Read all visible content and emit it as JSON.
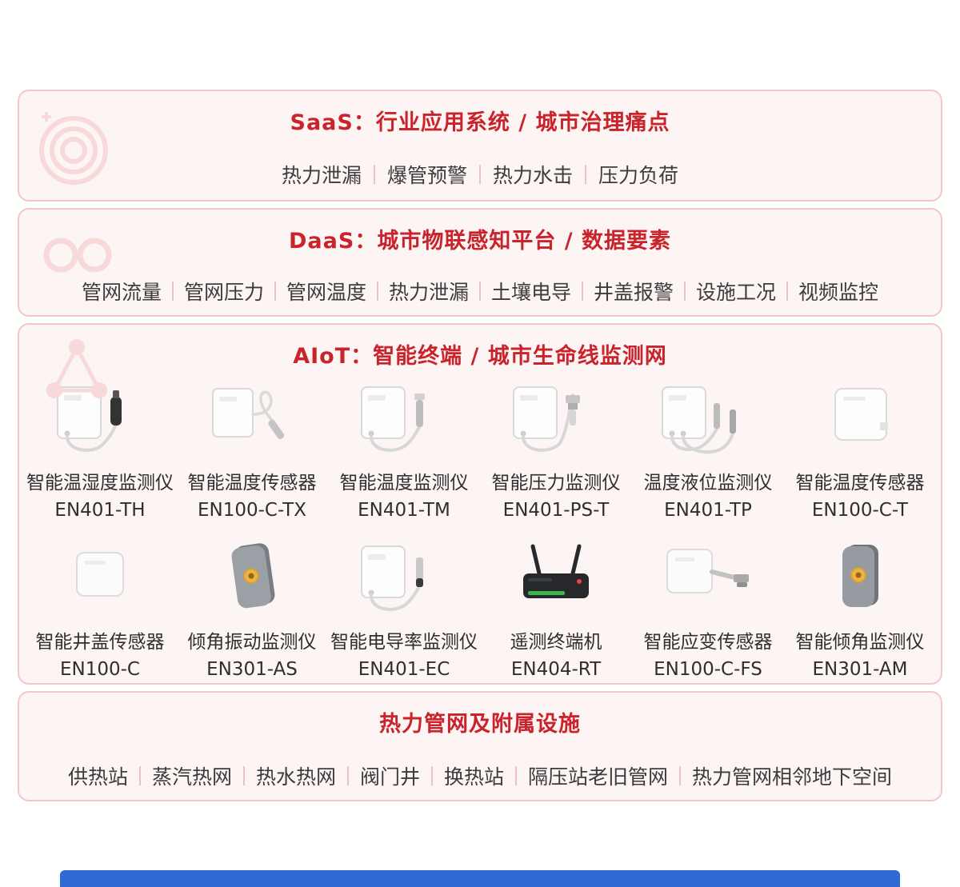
{
  "colors": {
    "accent_red": "#c9232b",
    "panel_bg": "#fdf4f4",
    "panel_border": "#f2c7c7",
    "separator_pink": "#eec2c2",
    "body_text": "#3c3c3c",
    "footer_blue": "#2e6bd5"
  },
  "sections": {
    "saas": {
      "title": "SaaS：行业应用系统 / 城市治理痛点",
      "items": [
        "热力泄漏",
        "爆管预警",
        "热力水击",
        "压力负荷"
      ]
    },
    "daas": {
      "title": "DaaS：城市物联感知平台 / 数据要素",
      "items": [
        "管网流量",
        "管网压力",
        "管网温度",
        "热力泄漏",
        "土壤电导",
        "井盖报警",
        "设施工况",
        "视频监控"
      ]
    },
    "aiot": {
      "title": "AIoT：智能终端 / 城市生命线监测网",
      "products": [
        {
          "name": "智能温湿度监测仪",
          "model": "EN401-TH",
          "device_icon": "temperature-humidity-monitor"
        },
        {
          "name": "智能温度传感器",
          "model": "EN100-C-TX",
          "device_icon": "temperature-sensor-cable"
        },
        {
          "name": "智能温度监测仪",
          "model": "EN401-TM",
          "device_icon": "temperature-monitor"
        },
        {
          "name": "智能压力监测仪",
          "model": "EN401-PS-T",
          "device_icon": "pressure-monitor"
        },
        {
          "name": "温度液位监测仪",
          "model": "EN401-TP",
          "device_icon": "temperature-level-monitor"
        },
        {
          "name": "智能温度传感器",
          "model": "EN100-C-T",
          "device_icon": "temperature-sensor-box"
        },
        {
          "name": "智能井盖传感器",
          "model": "EN100-C",
          "device_icon": "manhole-cover-sensor"
        },
        {
          "name": "倾角振动监测仪",
          "model": "EN301-AS",
          "device_icon": "tilt-vibration-monitor"
        },
        {
          "name": "智能电导率监测仪",
          "model": "EN401-EC",
          "device_icon": "conductivity-monitor"
        },
        {
          "name": "遥测终端机",
          "model": "EN404-RT",
          "device_icon": "telemetry-terminal-router"
        },
        {
          "name": "智能应变传感器",
          "model": "EN100-C-FS",
          "device_icon": "strain-sensor"
        },
        {
          "name": "智能倾角监测仪",
          "model": "EN301-AM",
          "device_icon": "tilt-monitor"
        }
      ]
    },
    "infra": {
      "title": "热力管网及附属设施",
      "items": [
        "供热站",
        "蒸汽热网",
        "热水热网",
        "阀门井",
        "换热站",
        "隔压站老旧管网",
        "热力管网相邻地下空间"
      ]
    }
  }
}
